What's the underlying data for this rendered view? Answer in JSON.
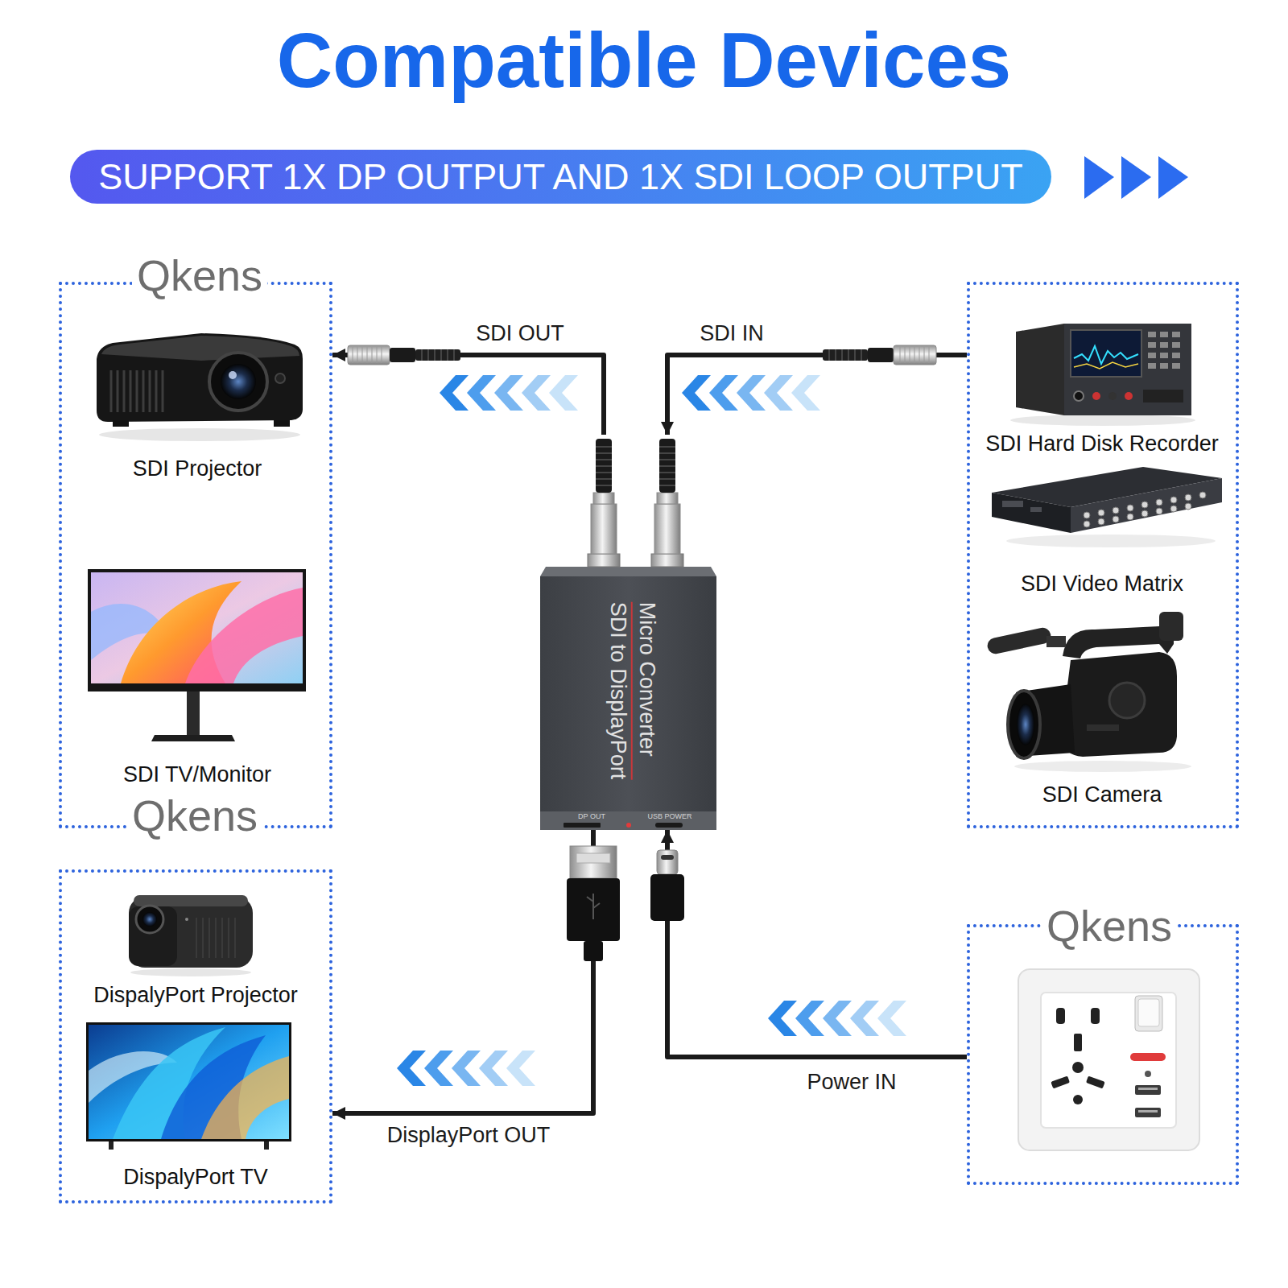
{
  "diagram": {
    "title": "Compatible Devices",
    "nodes": [
      {
        "text": [
          "SUPPORT 1X DP OUTPUT AND 1X SDI LOOP OUTPUT"
        ]
      },
      {
        "text": []
      },
      {
        "text": [
          "SDI Projector"
        ],
        "in": 1
      },
      {
        "text": [
          "SDI TV/Monitor"
        ],
        "in": 1
      },
      {
        "text": []
      },
      {
        "text": [
          "SDI Hard Disk Recorder"
        ],
        "in": 4
      },
      {
        "text": [
          "SDI Video Matrix"
        ],
        "in": 4
      },
      {
        "text": [
          "SDI Camera"
        ],
        "in": 4
      },
      {
        "text": [
          "Micro Converter",
          "SDI to DisplayPort",
          "DP OUT",
          "USB POWER"
        ]
      },
      {
        "text": []
      },
      {
        "text": [
          "DispalyPort Projector"
        ],
        "in": 9
      },
      {
        "text": [
          "DispalyPort TV"
        ],
        "in": 9
      },
      {
        "text": []
      }
    ],
    "edges": [
      {
        "from": 4,
        "to": 8,
        "label": "SDI IN",
        "arrow": "to"
      },
      {
        "from": 8,
        "to": 1,
        "label": "SDI OUT",
        "arrow": "to"
      },
      {
        "from": 8,
        "to": 9,
        "label": "DisplayPort OUT",
        "arrow": "to"
      },
      {
        "from": 12,
        "to": 8,
        "label": "Power IN",
        "arrow": "to"
      }
    ],
    "labels": [
      "Qkens",
      "Qkens",
      "Qkens"
    ]
  }
}
